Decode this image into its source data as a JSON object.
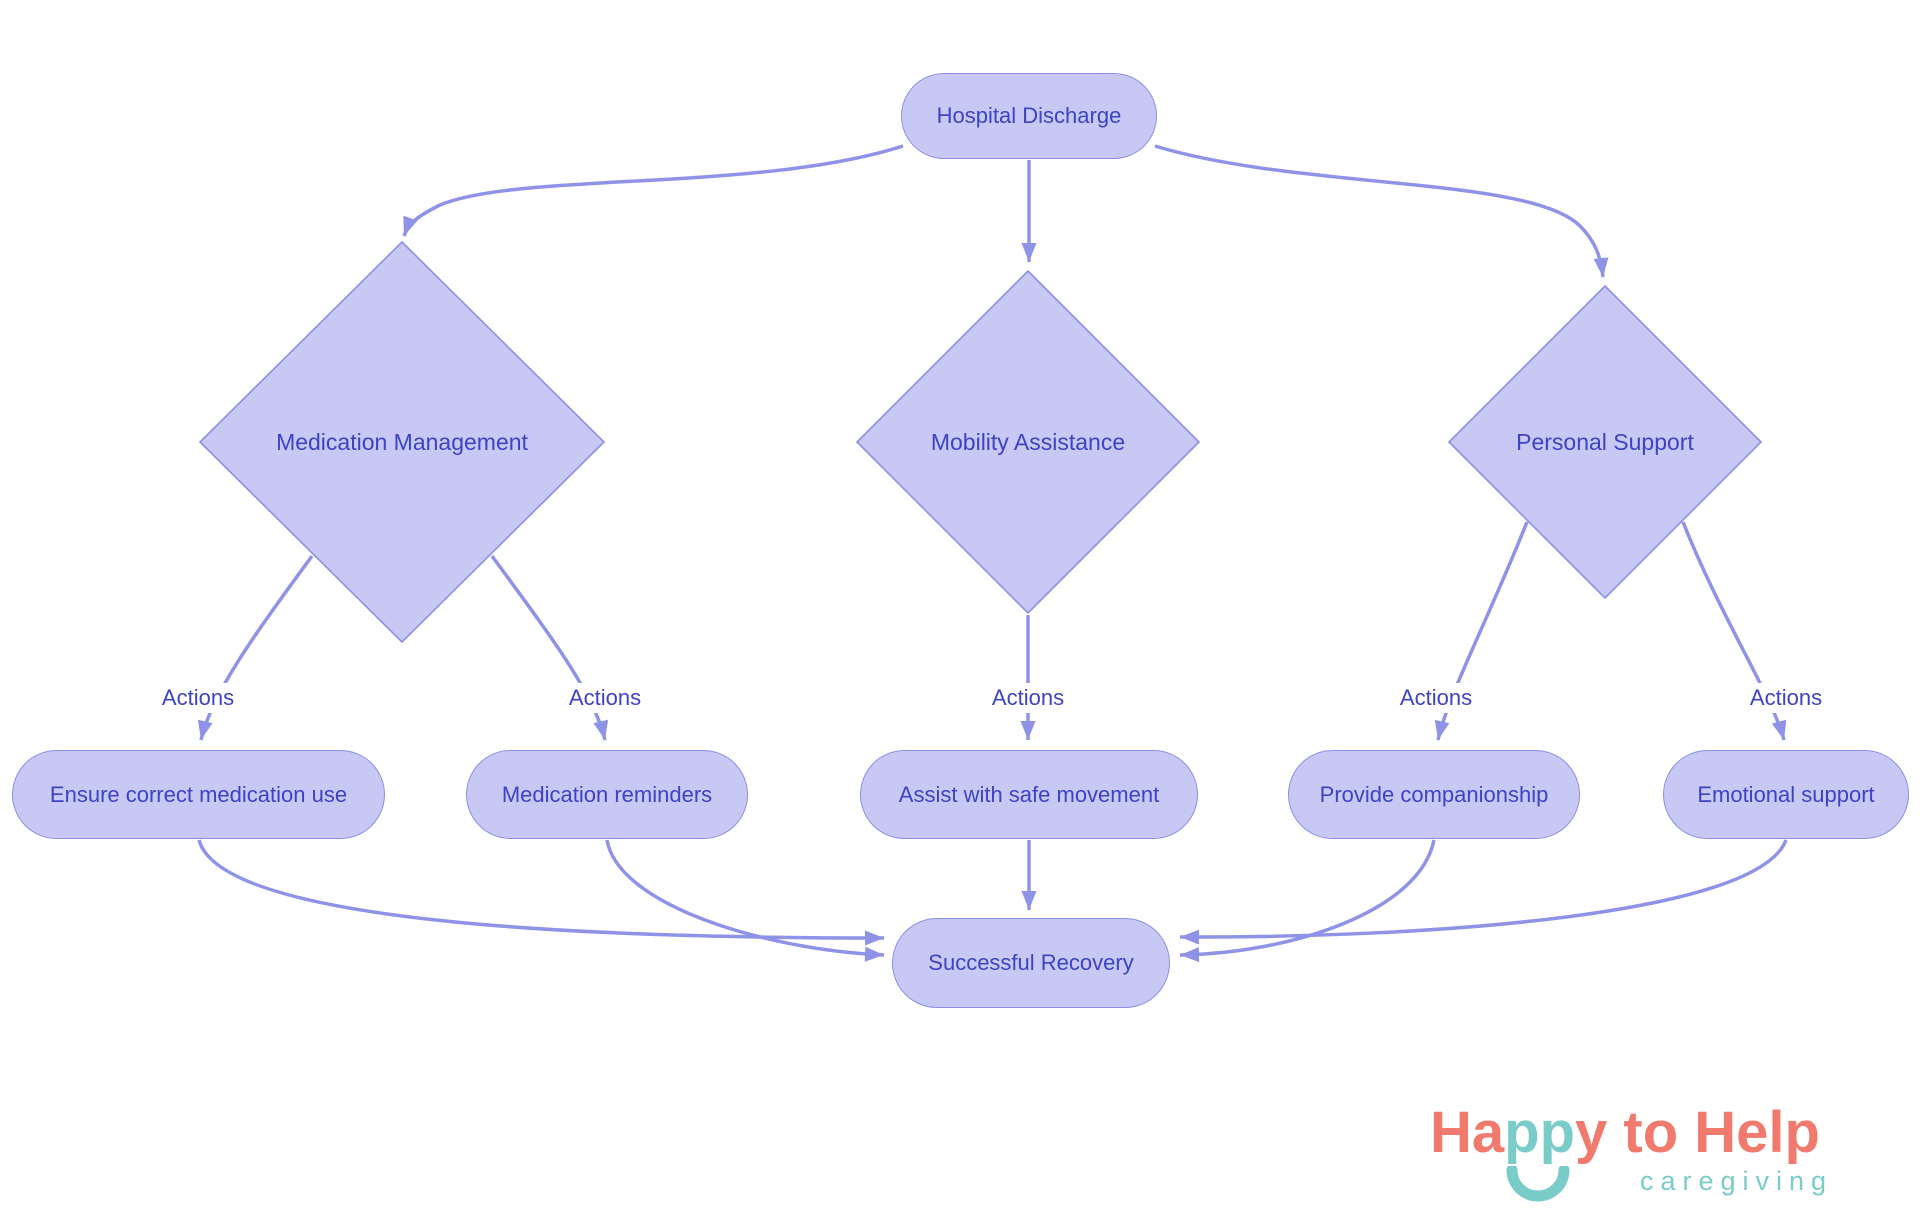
{
  "diagram": {
    "nodes": {
      "hospital_discharge": {
        "label": "Hospital Discharge",
        "shape": "pill"
      },
      "medication_management": {
        "label": "Medication Management",
        "shape": "diamond"
      },
      "mobility_assistance": {
        "label": "Mobility Assistance",
        "shape": "diamond"
      },
      "personal_support": {
        "label": "Personal Support",
        "shape": "diamond"
      },
      "ensure_correct_medication_use": {
        "label": "Ensure correct medication use",
        "shape": "pill"
      },
      "medication_reminders": {
        "label": "Medication reminders",
        "shape": "pill"
      },
      "assist_with_safe_movement": {
        "label": "Assist with safe movement",
        "shape": "pill"
      },
      "provide_companionship": {
        "label": "Provide companionship",
        "shape": "pill"
      },
      "emotional_support": {
        "label": "Emotional support",
        "shape": "pill"
      },
      "successful_recovery": {
        "label": "Successful Recovery",
        "shape": "pill"
      }
    },
    "edge_labels": [
      "Actions",
      "Actions",
      "Actions",
      "Actions",
      "Actions"
    ],
    "colors": {
      "node_fill": "#c7c9f4",
      "node_border": "#8b90e6",
      "edge_line": "#8f93e8",
      "node_text": "#3d43c4",
      "background": "#ffffff"
    }
  },
  "logo": {
    "title_part_coral_1": "Ha",
    "title_part_teal": "pp",
    "title_part_coral_2": "y to Help",
    "tagline": "caregiving",
    "colors": {
      "coral": "#ef7a6d",
      "teal": "#7accc8"
    }
  }
}
